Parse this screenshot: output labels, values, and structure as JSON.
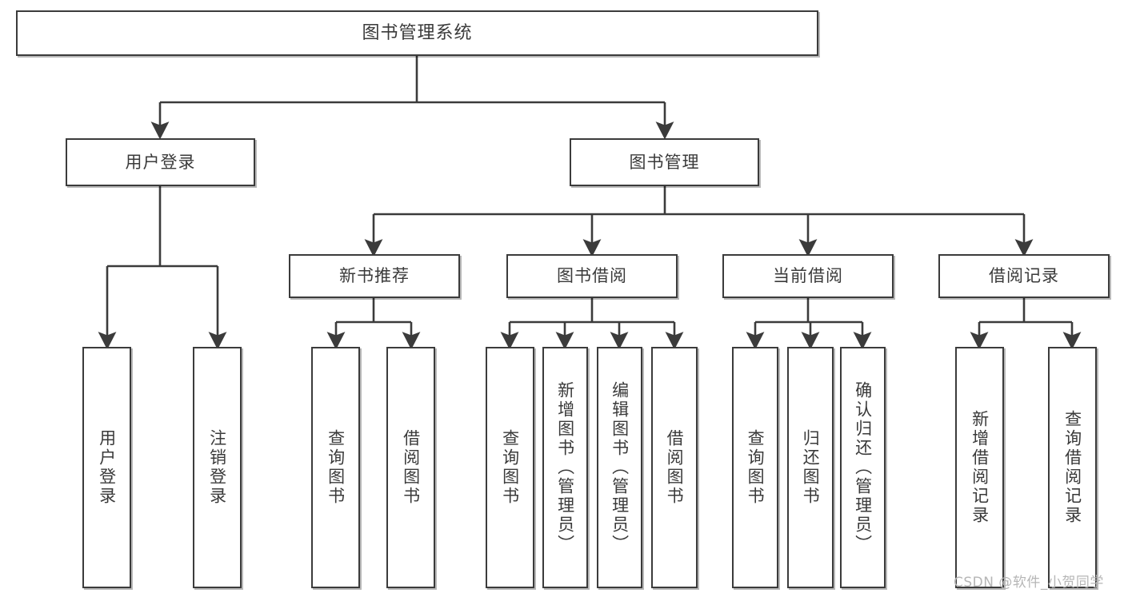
{
  "diagram": {
    "type": "tree",
    "title": "图书管理系统",
    "root": {
      "label": "图书管理系统"
    },
    "level2": [
      {
        "label": "用户登录"
      },
      {
        "label": "图书管理"
      }
    ],
    "level3": [
      {
        "label": "新书推荐"
      },
      {
        "label": "图书借阅"
      },
      {
        "label": "当前借阅"
      },
      {
        "label": "借阅记录"
      }
    ],
    "leaves": {
      "user_login": [
        {
          "label": "用户登录"
        },
        {
          "label": "注销登录"
        }
      ],
      "new_book_recommend": [
        {
          "label": "查询图书"
        },
        {
          "label": "借阅图书"
        }
      ],
      "book_borrow": [
        {
          "label": "查询图书"
        },
        {
          "label": "新增图书（管理员）"
        },
        {
          "label": "编辑图书（管理员）"
        },
        {
          "label": "借阅图书"
        }
      ],
      "current_borrow": [
        {
          "label": "查询图书"
        },
        {
          "label": "归还图书"
        },
        {
          "label": "确认归还（管理员）"
        }
      ],
      "borrow_record": [
        {
          "label": "新增借阅记录"
        },
        {
          "label": "查询借阅记录"
        }
      ]
    }
  },
  "watermark": {
    "text": "CSDN @软件_小贺同学"
  },
  "colors": {
    "stroke": "#3b3b3b",
    "text": "#3a3a3a",
    "background": "#ffffff",
    "watermark": "#b6b6b6"
  }
}
